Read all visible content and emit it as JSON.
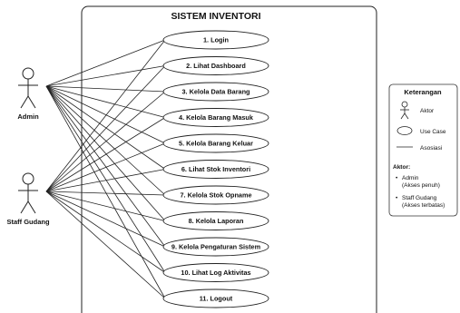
{
  "system": {
    "title": "SISTEM INVENTORI"
  },
  "actors": {
    "admin": "Admin",
    "staff": "Staff Gudang"
  },
  "use_cases": [
    "1. Login",
    "2. Lihat Dashboard",
    "3. Kelola Data Barang",
    "4. Kelola Barang Masuk",
    "5. Kelola Barang Keluar",
    "6. Lihat Stok Inventori",
    "7. Kelola Stok Opname",
    "8. Kelola Laporan",
    "9. Kelola Pengaturan Sistem",
    "10. Lihat Log Aktivitas",
    "11. Logout"
  ],
  "legend": {
    "title": "Keterangan",
    "actor": "Aktor",
    "use_case": "Use Case",
    "association": "Asosiasi",
    "actors_heading": "Aktor:",
    "admin_name": "Admin",
    "admin_access": "(Akses penuh)",
    "staff_name": "Staff Gudang",
    "staff_access": "(Akses terbatas)"
  }
}
